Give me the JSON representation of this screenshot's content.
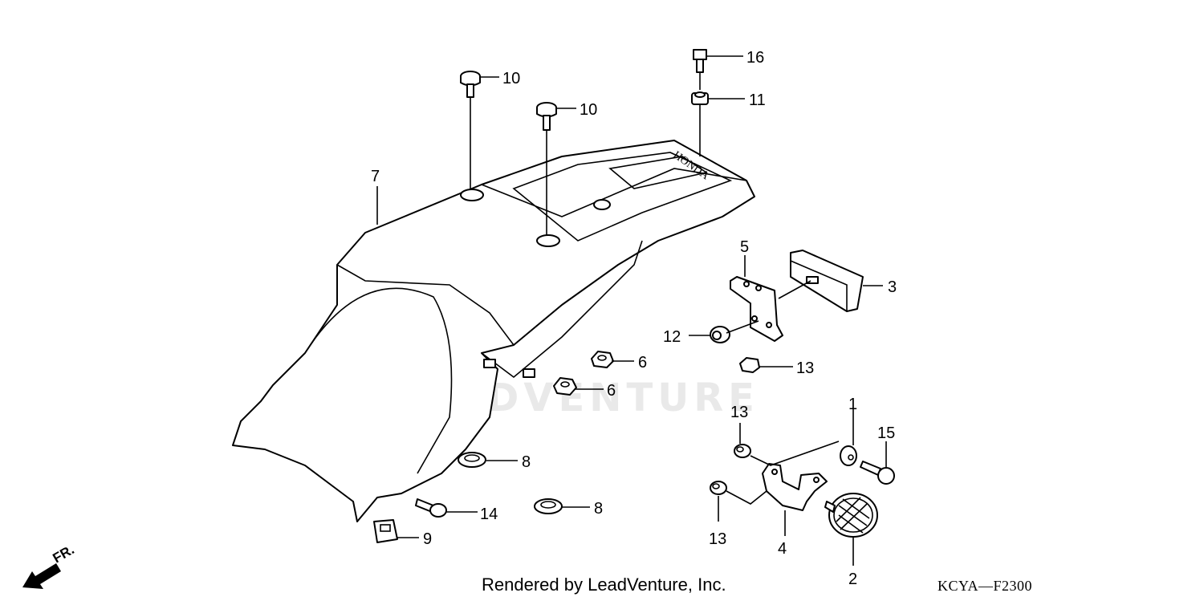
{
  "watermark": "LEADVENTURE",
  "direction_label": "FR.",
  "footer": {
    "credit": "Rendered by LeadVenture, Inc.",
    "diagram_code": "KCYA—F2300"
  },
  "brand_on_part": "HONDA",
  "callouts": [
    "1",
    "2",
    "3",
    "4",
    "5",
    "6",
    "6",
    "7",
    "8",
    "8",
    "9",
    "10",
    "10",
    "11",
    "12",
    "13",
    "13",
    "13",
    "14",
    "15",
    "16"
  ]
}
